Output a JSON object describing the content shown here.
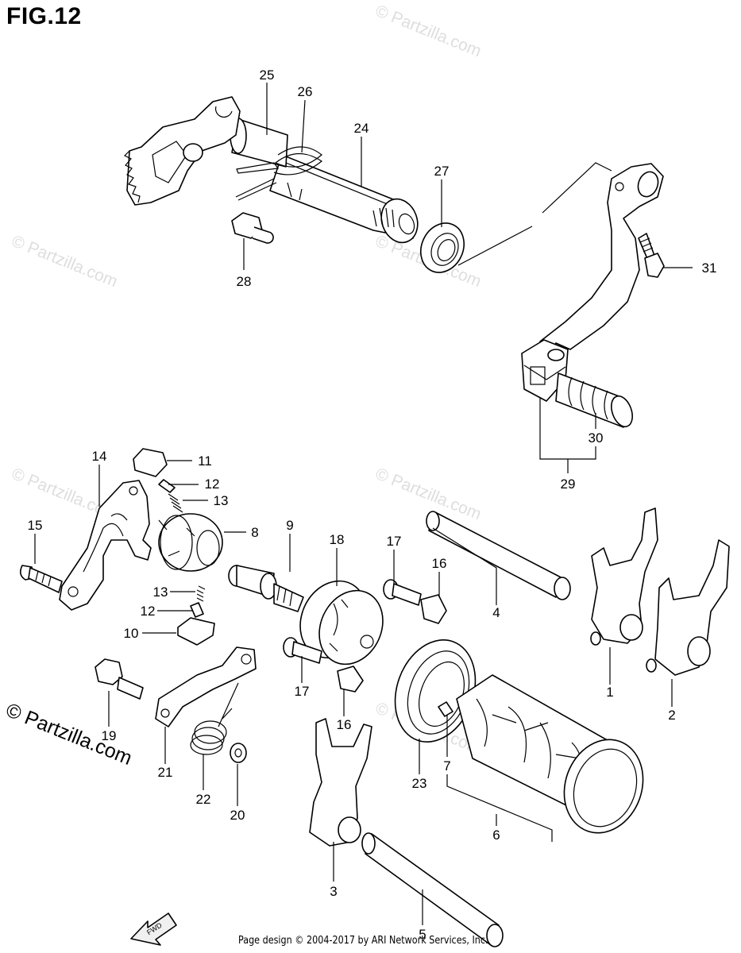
{
  "figure": {
    "title": "FIG.12",
    "watermark": "© Partzilla.com",
    "footer": "Page design © 2004-2017 by ARI Network Services, Inc.",
    "fwd_arrow": "FWD"
  },
  "callouts": [
    "1",
    "2",
    "3",
    "4",
    "5",
    "6",
    "7",
    "8",
    "9",
    "10",
    "11",
    "12",
    "13",
    "14",
    "15",
    "16",
    "17",
    "18",
    "19",
    "20",
    "21",
    "22",
    "23",
    "24",
    "25",
    "26",
    "27",
    "28",
    "29",
    "30",
    "31"
  ]
}
